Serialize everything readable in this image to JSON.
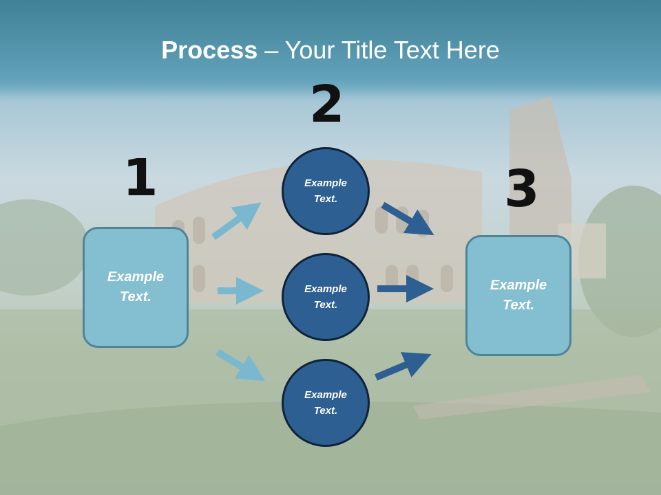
{
  "title": {
    "bold": "Process",
    "rest": " – Your Title Text Here"
  },
  "steps": {
    "one": "1",
    "two": "2",
    "three": "3"
  },
  "left_box": {
    "text": "Example Text."
  },
  "circles": [
    {
      "text": "Example Text."
    },
    {
      "text": "Example Text."
    },
    {
      "text": "Example Text."
    }
  ],
  "right_box": {
    "text": "Example Text."
  },
  "colors": {
    "title_band": "#5b9db5",
    "box_fill": "#84bed1",
    "circle_fill": "#2e5f93",
    "light_arrow": "#7ab8cf",
    "dark_arrow": "#2e5f93"
  }
}
